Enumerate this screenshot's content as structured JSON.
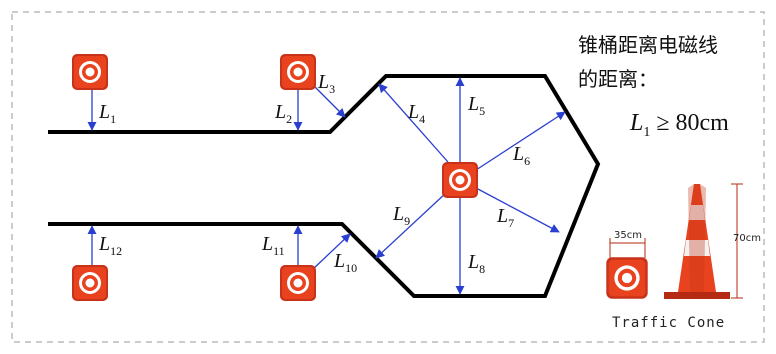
{
  "title_line1": "锥桶距离电磁线",
  "title_line2": "的距离：",
  "formula": {
    "var": "L",
    "sub": "1",
    "rest": " ≥ 80cm"
  },
  "labels": {
    "L1": {
      "main": "L",
      "sub": "1"
    },
    "L2": {
      "main": "L",
      "sub": "2"
    },
    "L3": {
      "main": "L",
      "sub": "3"
    },
    "L4": {
      "main": "L",
      "sub": "4"
    },
    "L5": {
      "main": "L",
      "sub": "5"
    },
    "L6": {
      "main": "L",
      "sub": "6"
    },
    "L7": {
      "main": "L",
      "sub": "7"
    },
    "L8": {
      "main": "L",
      "sub": "8"
    },
    "L9": {
      "main": "L",
      "sub": "9"
    },
    "L10": {
      "main": "L",
      "sub": "10"
    },
    "L11": {
      "main": "L",
      "sub": "11"
    },
    "L12": {
      "main": "L",
      "sub": "12"
    }
  },
  "cone_width": "35cm",
  "cone_height": "70cm",
  "cone_caption": "Traffic Cone",
  "colors": {
    "cone_red": "#e8431e",
    "cone_dark": "#b42a12",
    "arrow": "#2a3fd0",
    "track": "#000000",
    "frame": "#bbbbbb"
  }
}
